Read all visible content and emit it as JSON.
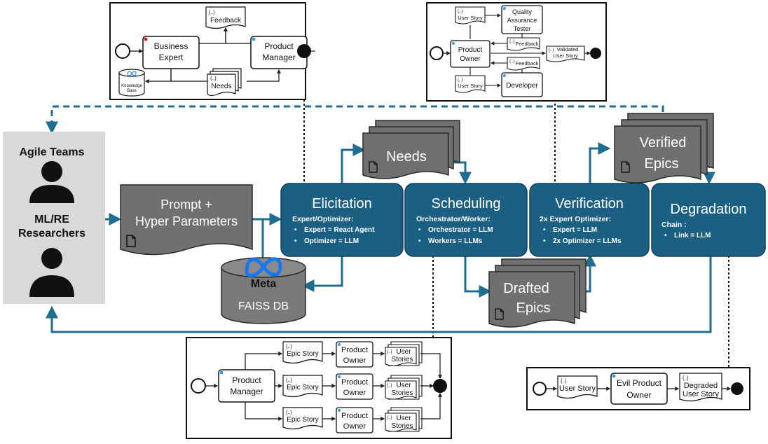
{
  "actors": {
    "agile_teams": "Agile Teams",
    "researchers_line1": "ML/RE",
    "researchers_line2": "Researchers"
  },
  "prompt": {
    "line1": "Prompt +",
    "line2": "Hyper Parameters"
  },
  "db": {
    "brand": "Meta",
    "label": "FAISS DB"
  },
  "docs": {
    "needs": "Needs",
    "drafted_line1": "Drafted",
    "drafted_line2": "Epics",
    "verified_line1": "Verified",
    "verified_line2": "Epics"
  },
  "stages": [
    {
      "title": "Elicitation",
      "subtitle": "Expert/Optimizer:",
      "bullets": [
        "Expert = React Agent",
        "Optimizer = LLM"
      ]
    },
    {
      "title": "Scheduling",
      "subtitle": "Orchestrator/Worker:",
      "bullets": [
        "Orchestrator = LLM",
        "Workers = LLMs"
      ]
    },
    {
      "title": "Verification",
      "subtitle": "2x Expert Optimizer:",
      "bullets": [
        "Expert = LLM",
        "2x Optimizer = LLMs"
      ]
    },
    {
      "title": "Degradation",
      "subtitle": "Chain :",
      "bullets": [
        "Link = LLM"
      ]
    }
  ],
  "panel_elicitation": {
    "business_expert_1": "Business",
    "business_expert_2": "Expert",
    "product_manager_1": "Product",
    "product_manager_2": "Manager",
    "feedback": "Feedback",
    "needs": "Needs",
    "kb_1": "Knowledge",
    "kb_2": "Base",
    "json_tag": "{..}"
  },
  "panel_verification": {
    "user_story_top": "User Story",
    "qa_1": "Quality",
    "qa_2": "Assurance",
    "qa_3": "Tester",
    "product_owner_1": "Product",
    "product_owner_2": "Owner",
    "feedback_1": "Feedback",
    "feedback_2": "Feedback",
    "validated_1": "Validated",
    "validated_2": "User Story",
    "user_story_bottom": "User Story",
    "developer": "Developer",
    "json_tag": "{..}"
  },
  "panel_scheduling": {
    "product_manager_1": "Product",
    "product_manager_2": "Manager",
    "epic_story": "Epic Story",
    "product_owner_1": "Product",
    "product_owner_2": "Owner",
    "user_1": "User",
    "user_2": "Stories",
    "json_tag": "{..}"
  },
  "panel_degradation": {
    "user_story": "User Story",
    "evil_1": "Evil Product",
    "evil_2": "Owner",
    "degraded_1": "Degraded",
    "degraded_2": "User Story",
    "json_tag": "{..}"
  },
  "colors": {
    "stage_fill": "#1b5f83",
    "stage_stroke": "#0e3f5c",
    "arrow": "#1f6e8f",
    "doc_fill": "#707070",
    "actor_bg": "#d9d9d9",
    "db_fill": "#7a7a7a",
    "meta_blue": "#1877f2"
  }
}
